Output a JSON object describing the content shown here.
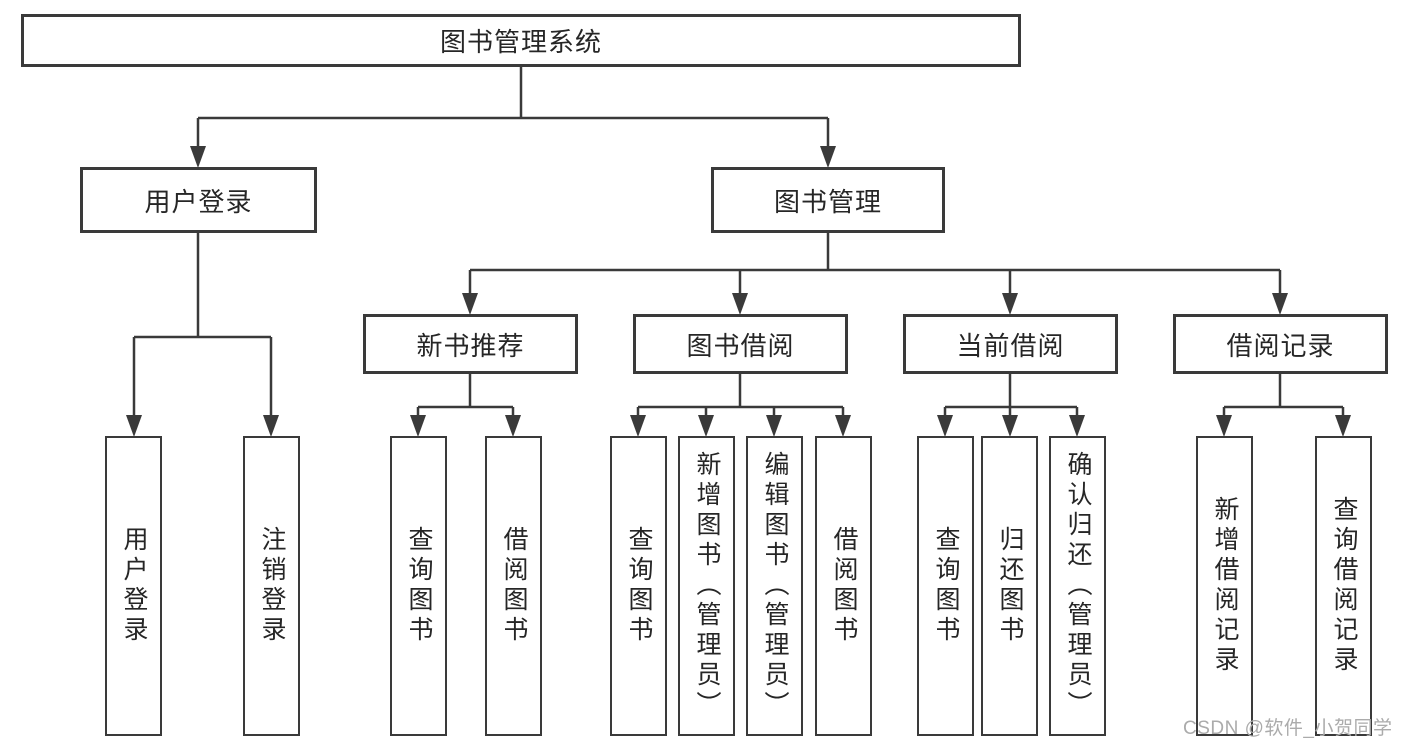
{
  "colors": {
    "line": "#3a3a3a",
    "box_border": "#3a3a3a",
    "text": "#262626",
    "watermark_text": "#ababab",
    "background": "#ffffff"
  },
  "chart_type": "hierarchy-diagram",
  "tree": {
    "root": {
      "label": "图书管理系统"
    },
    "branches": [
      {
        "label": "用户登录",
        "children": [
          {
            "label": "用户登录"
          },
          {
            "label": "注销登录"
          }
        ]
      },
      {
        "label": "图书管理",
        "children": [
          {
            "label": "新书推荐",
            "children": [
              {
                "label": "查询图书"
              },
              {
                "label": "借阅图书"
              }
            ]
          },
          {
            "label": "图书借阅",
            "children": [
              {
                "label": "查询图书"
              },
              {
                "label": "新增图书（管理员）"
              },
              {
                "label": "编辑图书（管理员）"
              },
              {
                "label": "借阅图书"
              }
            ]
          },
          {
            "label": "当前借阅",
            "children": [
              {
                "label": "查询图书"
              },
              {
                "label": "归还图书"
              },
              {
                "label": "确认归还（管理员）"
              }
            ]
          },
          {
            "label": "借阅记录",
            "children": [
              {
                "label": "新增借阅记录"
              },
              {
                "label": "查询借阅记录"
              }
            ]
          }
        ]
      }
    ]
  },
  "watermark": {
    "text": "CSDN @软件_小贺同学"
  }
}
